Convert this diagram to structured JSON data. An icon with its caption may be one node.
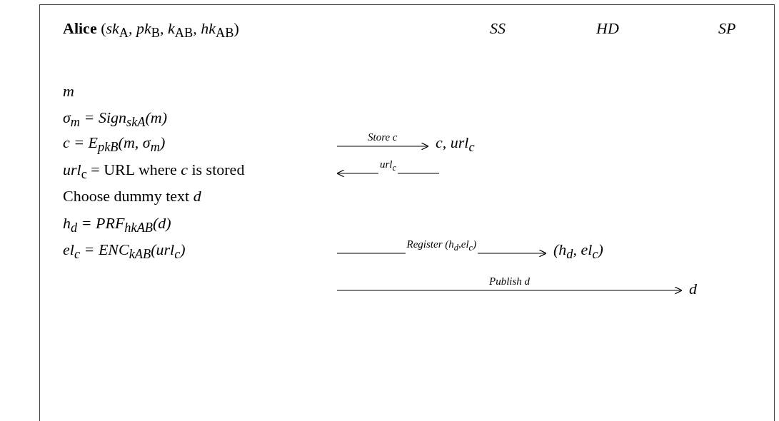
{
  "diagram": {
    "nodes": [
      {
        "text": [
          "c, url$_{c}$"
        ]
      },
      {
        "text": [
          "(h$_{d}$, el$_{c}$)"
        ]
      },
      {
        "text": [
          "d"
        ]
      }
    ],
    "edges": [
      {
        "from": null,
        "to": 0,
        "arrow": "to",
        "label": "Store c"
      },
      {
        "from": 0,
        "to": null,
        "arrow": "to",
        "label": "url$_{c}$"
      },
      {
        "from": null,
        "to": 1,
        "arrow": "to",
        "label": "Register  (h$_{d}$,el$_{c}$)"
      },
      {
        "from": null,
        "to": 2,
        "arrow": "to",
        "label": "Publish  d"
      }
    ],
    "labels": [
      "**Alice** (*sk*$_{A}$*, pk*$_{B}$*, k*$_{AB}$*, hk*$_{AB}$)",
      "SS",
      "HD",
      "SP",
      "m",
      "σ$_{m}$ = Sign$_{skA}$(m)",
      "c = E$_{pkB}$(m, σ$_{m}$)",
      "*url*$_{c}$ = URL where *c* is stored",
      "Choose dummy text *d*",
      "h$_{d}$ = PRF$_{hkAB}$(d)",
      "el$_{c}$ = ENC$_{kAB}$(url$_{c}$)"
    ]
  }
}
